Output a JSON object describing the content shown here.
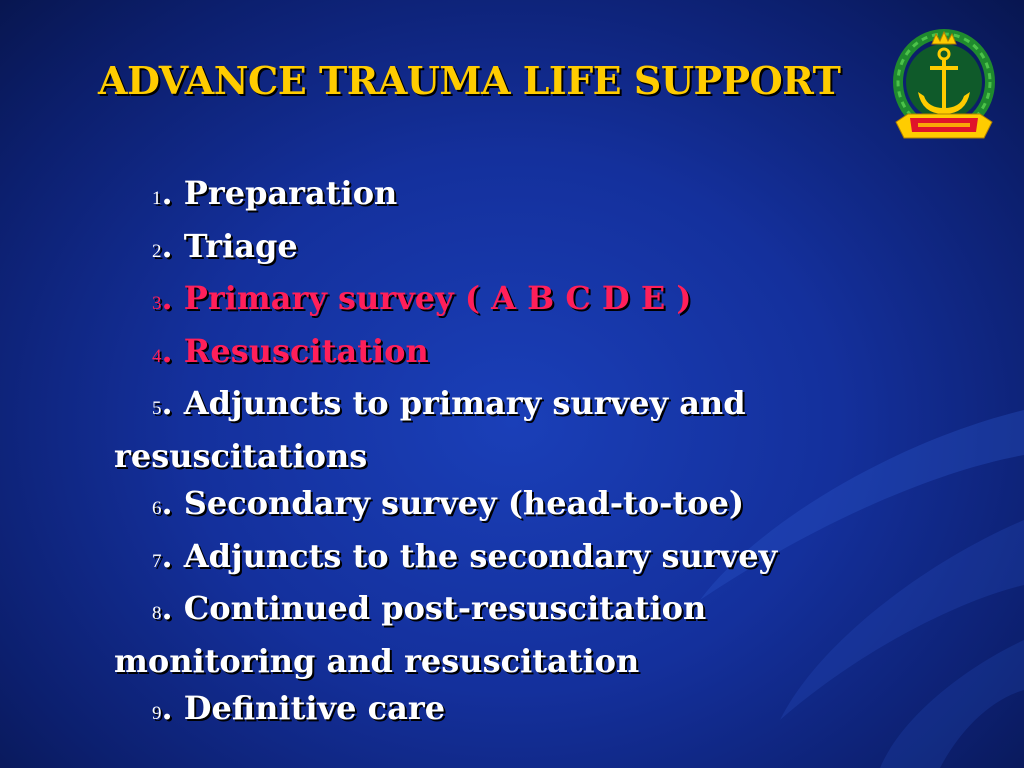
{
  "slide": {
    "title": "ADVANCE TRAUMA LIFE SUPPORT",
    "logo_icon": "navy-anchor-emblem-icon",
    "items": [
      {
        "number": "1",
        "text": "Preparation",
        "highlight": false
      },
      {
        "number": "2",
        "text": "Triage",
        "highlight": false
      },
      {
        "number": "3",
        "text": "Primary survey ( A B C D E )",
        "highlight": true
      },
      {
        "number": "4",
        "text": "Resuscitation",
        "highlight": true
      },
      {
        "number": "5",
        "text": "Adjuncts to primary survey and",
        "continuation": "resuscitations",
        "highlight": false
      },
      {
        "number": "6",
        "text": "Secondary survey (head-to-toe)",
        "highlight": false
      },
      {
        "number": "7",
        "text": "Adjuncts to the secondary survey",
        "highlight": false
      },
      {
        "number": "8",
        "text": "Continued post-resuscitation",
        "continuation": "monitoring and resuscitation",
        "highlight": false
      },
      {
        "number": "9",
        "text": "Definitive care",
        "highlight": false
      }
    ]
  },
  "colors": {
    "title": "#ffcc00",
    "text": "#ffffff",
    "highlight": "#ff1f5a",
    "background": "#14309c"
  }
}
